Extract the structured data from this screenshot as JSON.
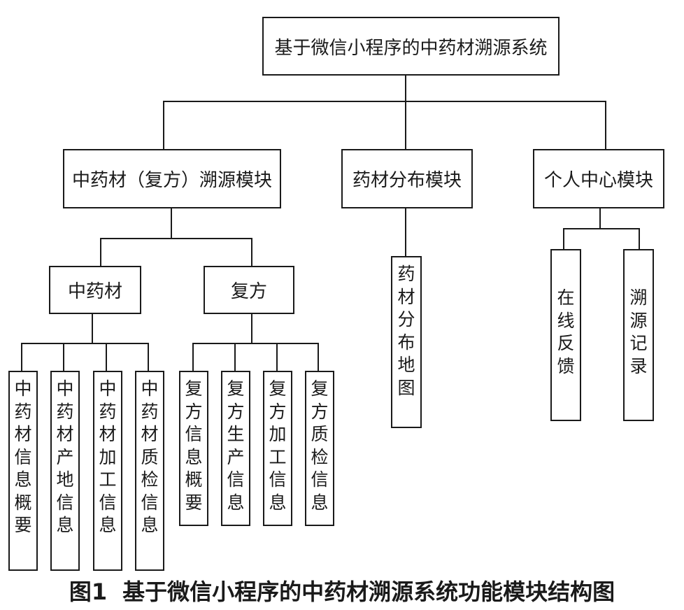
{
  "root": {
    "label": "基于微信小程序的中药材溯源系统"
  },
  "modules": [
    {
      "label": "中药材（复方）溯源模块"
    },
    {
      "label": "药材分布模块"
    },
    {
      "label": "个人中心模块"
    }
  ],
  "trace_groups": [
    {
      "label": "中药材"
    },
    {
      "label": "复方"
    }
  ],
  "herb_items": [
    {
      "label": "中药材信息概要"
    },
    {
      "label": "中药材产地信息"
    },
    {
      "label": "中药材加工信息"
    },
    {
      "label": "中药材质检信息"
    }
  ],
  "formula_items": [
    {
      "label": "复方信息概要"
    },
    {
      "label": "复方生产信息"
    },
    {
      "label": "复方加工信息"
    },
    {
      "label": "复方质检信息"
    }
  ],
  "distribution_items": [
    {
      "label": "药材分布地图"
    }
  ],
  "personal_items": [
    {
      "label": "在线反馈"
    },
    {
      "label": "溯源记录"
    }
  ],
  "caption": {
    "number": "图1",
    "text": "基于微信小程序的中药材溯源系统功能模块结构图"
  }
}
